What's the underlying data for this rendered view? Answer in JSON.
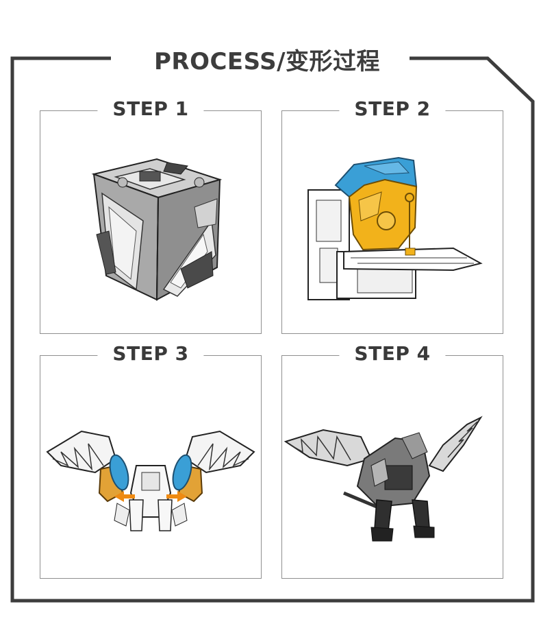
{
  "title": "PROCESS/变形过程",
  "steps": [
    {
      "label": "STEP 1",
      "image": "cube-form-figure"
    },
    {
      "label": "STEP 2",
      "image": "folded-form-figure"
    },
    {
      "label": "STEP 3",
      "image": "wings-spread-figure"
    },
    {
      "label": "STEP 4",
      "image": "griffin-robot-figure"
    }
  ],
  "colors": {
    "frame": "#3d3d3d",
    "panel_border": "#8f8f8f",
    "accent_blue": "#3a9fd6",
    "accent_yellow": "#f2b21b",
    "accent_orange": "#ee8a12"
  }
}
